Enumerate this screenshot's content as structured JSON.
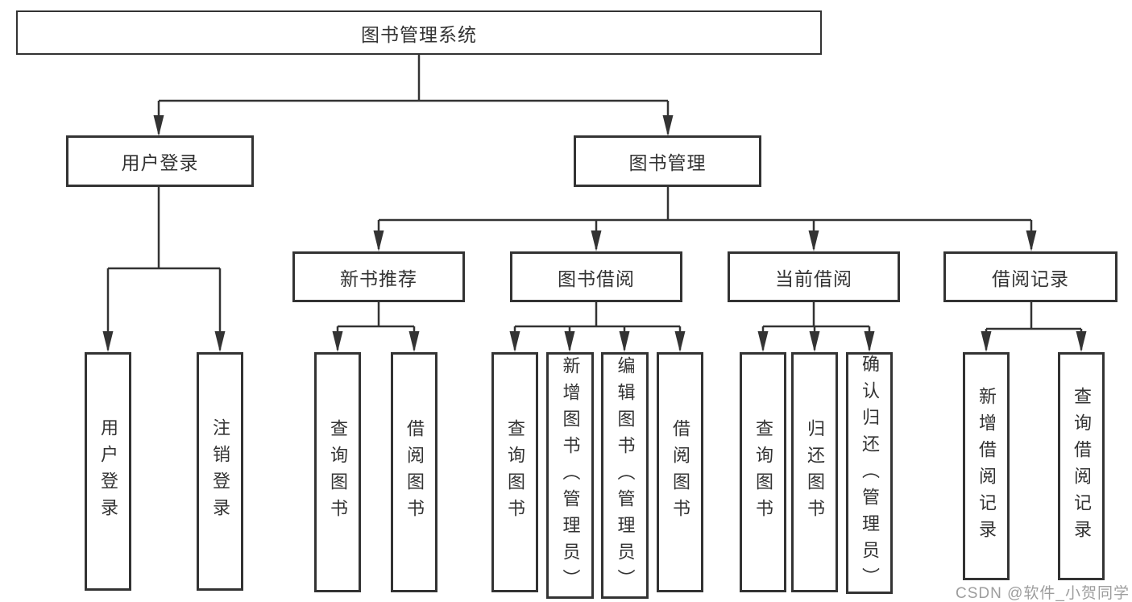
{
  "diagram": {
    "root": "图书管理系统",
    "branches": [
      {
        "label": "用户登录",
        "children": [
          "用户登录",
          "注销登录"
        ]
      },
      {
        "label": "图书管理",
        "children": [
          {
            "label": "新书推荐",
            "children": [
              "查询图书",
              "借阅图书"
            ]
          },
          {
            "label": "图书借阅",
            "children": [
              "查询图书",
              "新增图书（管理员）",
              "编辑图书（管理员）",
              "借阅图书"
            ]
          },
          {
            "label": "当前借阅",
            "children": [
              "查询图书",
              "归还图书",
              "确认归还（管理员）"
            ]
          },
          {
            "label": "借阅记录",
            "children": [
              "新增借阅记录",
              "查询借阅记录"
            ]
          }
        ]
      }
    ]
  },
  "watermark": {
    "text": "CSDN @软件_小贺同学"
  },
  "colors": {
    "line": "#333333",
    "text": "#333333",
    "box_background": "#ffffff",
    "watermark_text": "#9d9d9d"
  }
}
